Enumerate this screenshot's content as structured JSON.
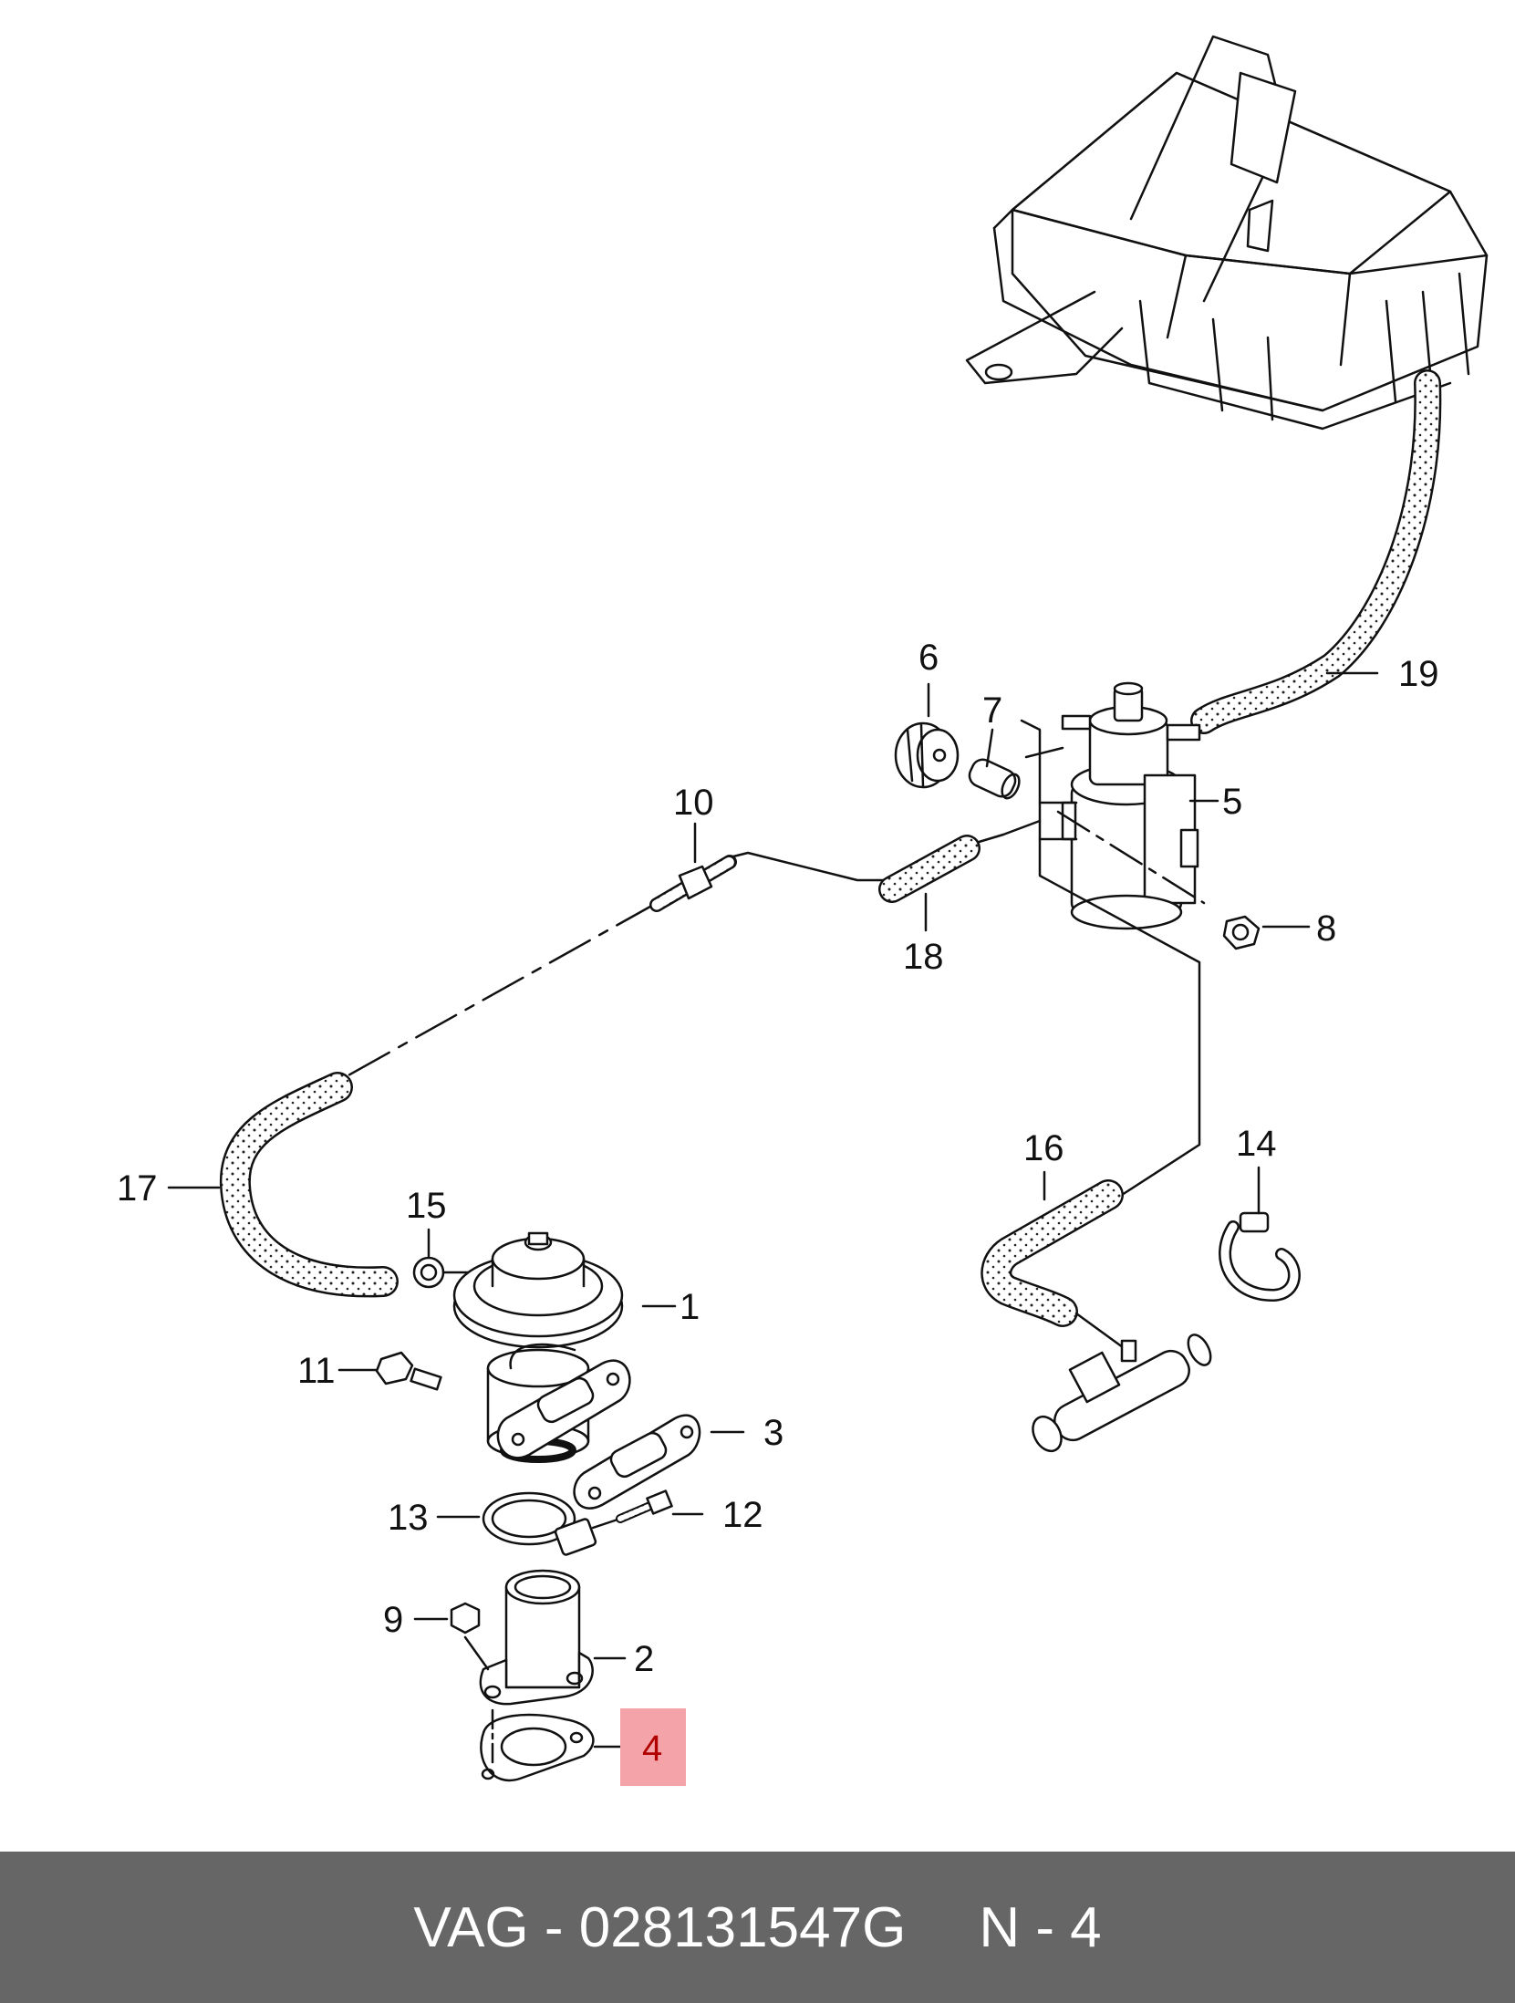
{
  "footer": {
    "brand_part": "VAG - 028131547G",
    "position_ref": "N - 4"
  },
  "colors": {
    "footer_bg": "#666666",
    "highlight": "#f4a3a8",
    "line": "#111111"
  },
  "callouts": [
    {
      "id": "1",
      "label": "1"
    },
    {
      "id": "2",
      "label": "2"
    },
    {
      "id": "3",
      "label": "3"
    },
    {
      "id": "4",
      "label": "4",
      "highlighted": true
    },
    {
      "id": "5",
      "label": "5"
    },
    {
      "id": "6",
      "label": "6"
    },
    {
      "id": "7",
      "label": "7"
    },
    {
      "id": "8",
      "label": "8"
    },
    {
      "id": "9",
      "label": "9"
    },
    {
      "id": "10",
      "label": "10"
    },
    {
      "id": "11",
      "label": "11"
    },
    {
      "id": "12",
      "label": "12"
    },
    {
      "id": "13",
      "label": "13"
    },
    {
      "id": "14",
      "label": "14"
    },
    {
      "id": "15",
      "label": "15"
    },
    {
      "id": "16",
      "label": "16"
    },
    {
      "id": "17",
      "label": "17"
    },
    {
      "id": "18",
      "label": "18"
    },
    {
      "id": "19",
      "label": "19"
    }
  ]
}
